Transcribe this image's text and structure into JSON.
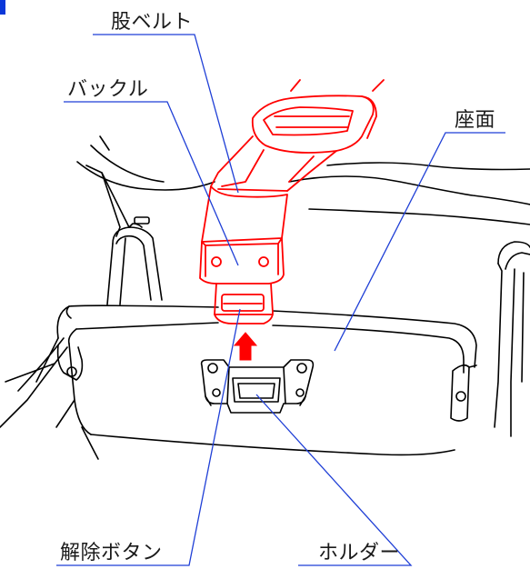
{
  "labels": {
    "crotch_belt": "股ベルト",
    "buckle": "バックル",
    "seat_surface": "座面",
    "release_button": "解除ボタン",
    "holder": "ホルダー"
  },
  "colors": {
    "leader_line": "#1f3fd6",
    "belt_red": "#ff0000",
    "arrow_red": "#ff0000",
    "line_art": "#000000",
    "corner_mark": "#0a38d9"
  },
  "icons": {
    "release_arrow": "up-arrow-icon"
  }
}
